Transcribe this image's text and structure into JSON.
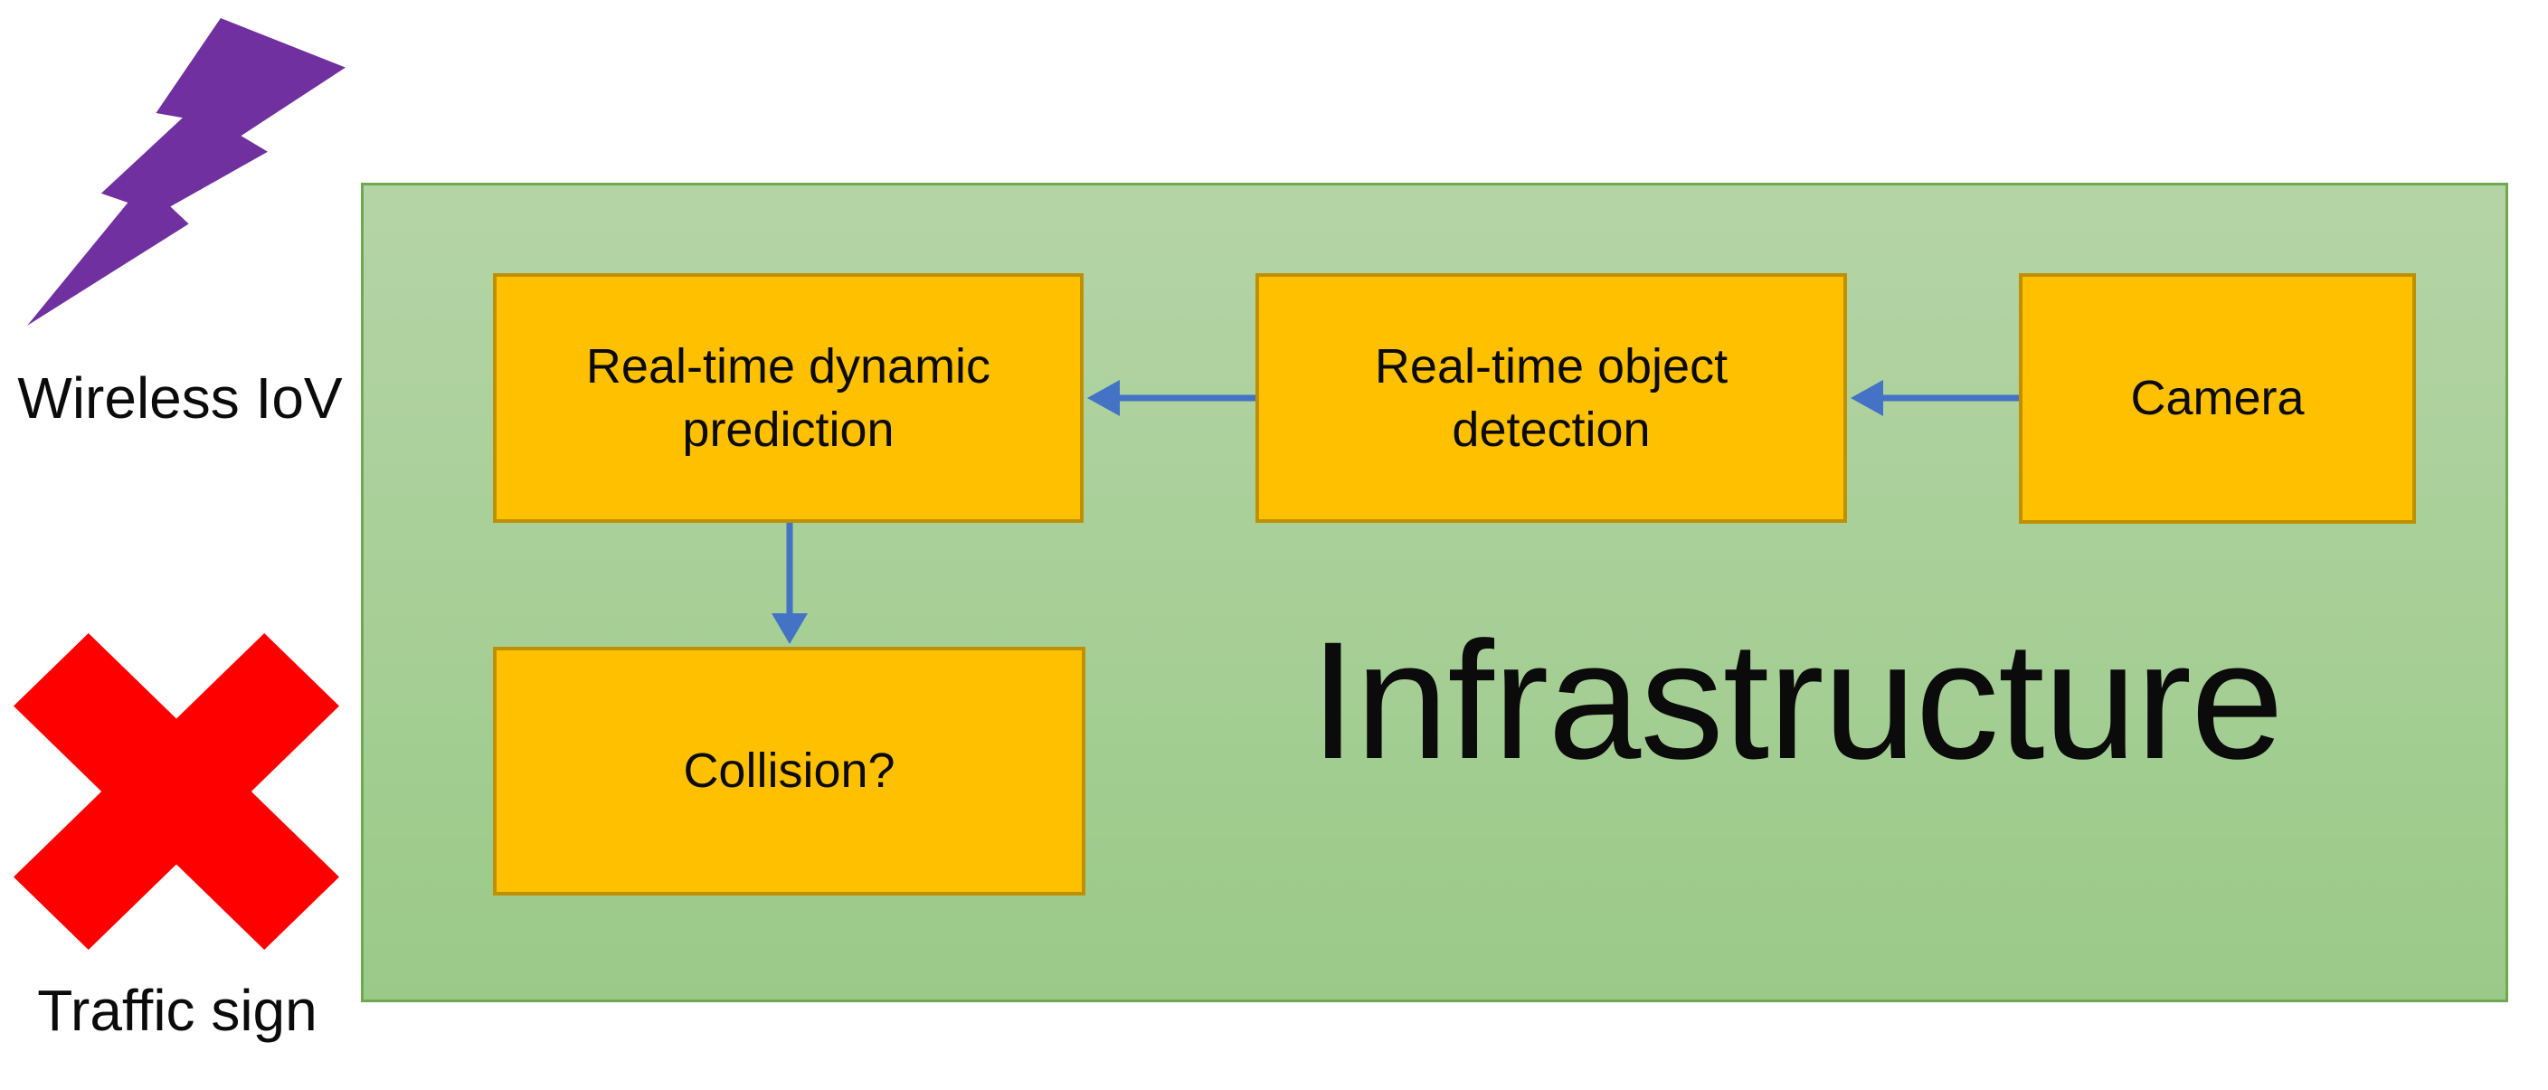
{
  "panel": {
    "title": "Infrastructure"
  },
  "nodes": [
    {
      "id": "prediction",
      "label": "Real-time dynamic prediction"
    },
    {
      "id": "detection",
      "label": "Real-time object detection"
    },
    {
      "id": "camera",
      "label": "Camera"
    },
    {
      "id": "collision",
      "label": "Collision?"
    }
  ],
  "side_labels": {
    "wireless": "Wireless IoV",
    "traffic": "Traffic sign"
  },
  "icons": {
    "lightning": "lightning-bolt-icon",
    "cross": "red-x-icon"
  },
  "arrows": [
    {
      "from": "camera",
      "to": "detection"
    },
    {
      "from": "detection",
      "to": "prediction"
    },
    {
      "from": "prediction",
      "to": "collision"
    }
  ],
  "colors": {
    "panel-fill-top": "#b5d4a6",
    "panel-fill-bottom": "#9aca88",
    "panel-border": "#6fa84f",
    "node-fill": "#ffc000",
    "node-border": "#bf9000",
    "arrow-blue": "#4472c4",
    "bolt-purple": "#7030a0",
    "cross-red": "#fe0000",
    "text-black": "#0b0b0b"
  }
}
